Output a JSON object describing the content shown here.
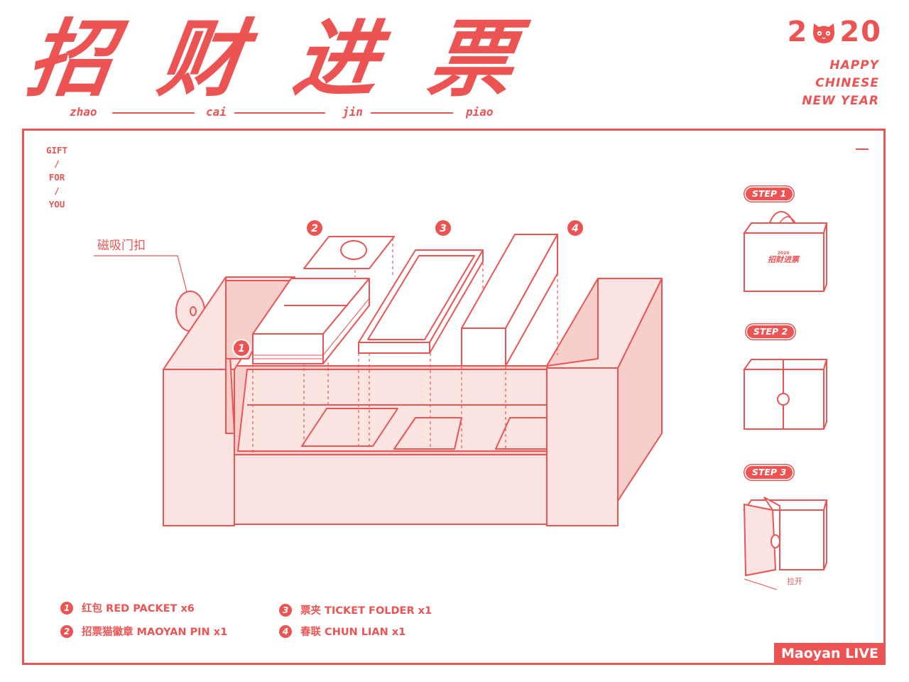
{
  "header": {
    "title_chars": [
      "招",
      "财",
      "进",
      "票"
    ],
    "pinyin": [
      "zhao",
      "cai",
      "jin",
      "piao"
    ],
    "year_left": "2",
    "year_right": "20",
    "greeting": [
      "HAPPY",
      "CHINESE",
      "NEW YEAR"
    ]
  },
  "side_label": [
    "GIFT",
    "/",
    "FOR",
    "/",
    "YOU"
  ],
  "diagram": {
    "callout": "磁吸门扣",
    "markers": [
      "1",
      "2",
      "3",
      "4"
    ]
  },
  "steps": [
    {
      "label": "STEP 1",
      "bag_text": "招财进票",
      "bag_year": "2020"
    },
    {
      "label": "STEP 2"
    },
    {
      "label": "STEP 3",
      "note": "拉开"
    }
  ],
  "legend": [
    {
      "num": "1",
      "text": "红包 RED PACKET x6"
    },
    {
      "num": "2",
      "text": "招票猫徽章 MAOYAN PIN x1"
    },
    {
      "num": "3",
      "text": "票夹 TICKET FOLDER x1"
    },
    {
      "num": "4",
      "text": "春联 CHUN LIAN x1"
    }
  ],
  "brand": "Maoyan LIVE",
  "colors": {
    "accent": "#ec5454",
    "fill_light": "#fbe4e2",
    "fill_mid": "#f6cfcb"
  }
}
